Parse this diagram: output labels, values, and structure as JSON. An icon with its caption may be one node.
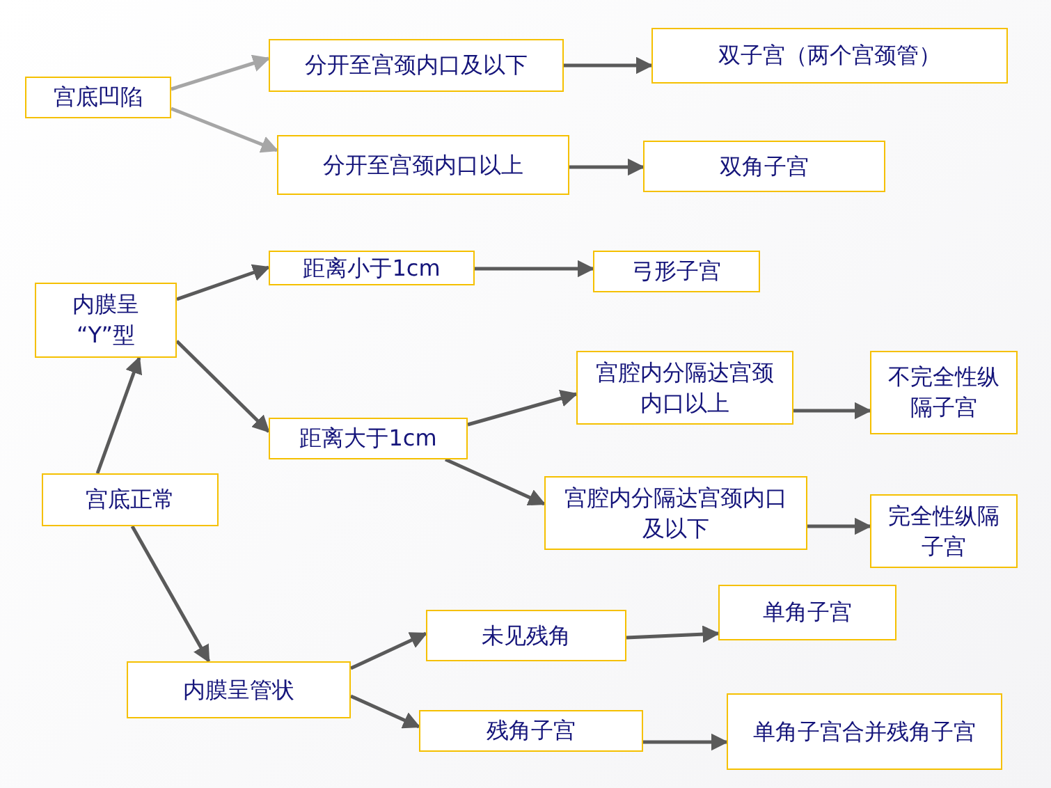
{
  "diagram": {
    "nodes": [
      {
        "text": [
          "宫底凹陷"
        ]
      },
      {
        "text": [
          "分开至宫颈内口及以下"
        ]
      },
      {
        "text": [
          "双子宫（两个宫颈管）"
        ]
      },
      {
        "text": [
          "分开至宫颈内口以上"
        ]
      },
      {
        "text": [
          "双角子宫"
        ]
      },
      {
        "text": [
          "内膜呈 “Y”型"
        ]
      },
      {
        "text": [
          "距离小于1cm"
        ]
      },
      {
        "text": [
          "弓形子宫"
        ]
      },
      {
        "text": [
          "距离大于1cm"
        ]
      },
      {
        "text": [
          "宫腔内分隔达宫颈内口以上"
        ]
      },
      {
        "text": [
          "不完全性纵隔子宫"
        ]
      },
      {
        "text": [
          "宫腔内分隔达宫颈内口及以下"
        ]
      },
      {
        "text": [
          "完全性纵隔子宫"
        ]
      },
      {
        "text": [
          "宫底正常"
        ]
      },
      {
        "text": [
          "内膜呈管状"
        ]
      },
      {
        "text": [
          "未见残角"
        ]
      },
      {
        "text": [
          "单角子宫"
        ]
      },
      {
        "text": [
          "残角子宫"
        ]
      },
      {
        "text": [
          "单角子宫合并残角子宫"
        ]
      }
    ],
    "edges": [
      {
        "from": 0,
        "to": 1,
        "arrow": "to",
        "color": "#a6a6a6"
      },
      {
        "from": 0,
        "to": 3,
        "arrow": "to",
        "color": "#a6a6a6"
      },
      {
        "from": 1,
        "to": 2,
        "arrow": "to"
      },
      {
        "from": 3,
        "to": 4,
        "arrow": "to"
      },
      {
        "from": 13,
        "to": 5,
        "arrow": "to"
      },
      {
        "from": 5,
        "to": 6,
        "arrow": "to"
      },
      {
        "from": 5,
        "to": 8,
        "arrow": "to"
      },
      {
        "from": 6,
        "to": 7,
        "arrow": "to"
      },
      {
        "from": 8,
        "to": 9,
        "arrow": "to"
      },
      {
        "from": 8,
        "to": 11,
        "arrow": "to"
      },
      {
        "from": 9,
        "to": 10,
        "arrow": "to"
      },
      {
        "from": 11,
        "to": 12,
        "arrow": "to"
      },
      {
        "from": 13,
        "to": 14,
        "arrow": "to"
      },
      {
        "from": 14,
        "to": 15,
        "arrow": "to"
      },
      {
        "from": 14,
        "to": 17,
        "arrow": "to"
      },
      {
        "from": 15,
        "to": 16,
        "arrow": "to"
      },
      {
        "from": 17,
        "to": 18,
        "arrow": "to"
      }
    ]
  }
}
